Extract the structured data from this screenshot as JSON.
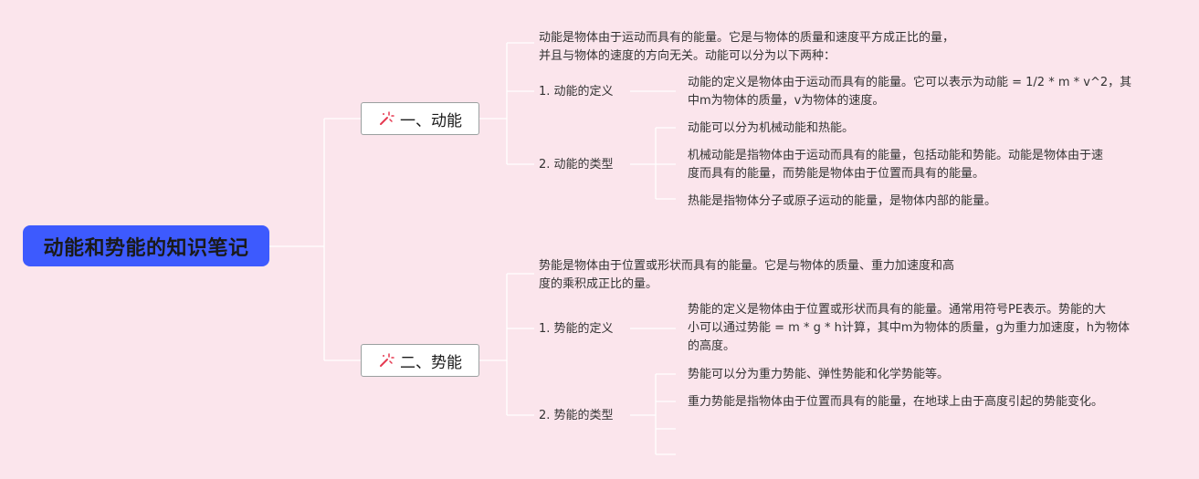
{
  "title": "动能和势能的知识笔记",
  "branches": [
    {
      "label": "一、动能",
      "intro": [
        "动能是物体由于运动而具有的能量。它是与物体的质量和速度平方成正比的量，",
        "并且与物体的速度的方向无关。动能可以分为以下两种："
      ],
      "sub1": {
        "label": "1. 动能的定义",
        "detail": [
          "动能的定义是物体由于运动而具有的能量。它可以表示为动能 = 1/2 * m * v^2，其",
          "中m为物体的质量，v为物体的速度。"
        ]
      },
      "sub2": {
        "label": "2. 动能的类型",
        "details": [
          [
            "动能可以分为机械动能和热能。"
          ],
          [
            "机械动能是指物体由于运动而具有的能量，包括动能和势能。动能是物体由于速",
            "度而具有的能量，而势能是物体由于位置而具有的能量。"
          ],
          [
            "热能是指物体分子或原子运动的能量，是物体内部的能量。"
          ]
        ]
      }
    },
    {
      "label": "二、势能",
      "intro": [
        "势能是物体由于位置或形状而具有的能量。它是与物体的质量、重力加速度和高",
        "度的乘积成正比的量。"
      ],
      "sub1": {
        "label": "1. 势能的定义",
        "detail": [
          "势能的定义是物体由于位置或形状而具有的能量。通常用符号PE表示。势能的大",
          "小可以通过势能 = m * g * h计算，其中m为物体的质量，g为重力加速度，h为物体",
          "的高度。"
        ]
      },
      "sub2": {
        "label": "2. 势能的类型",
        "details": [
          [
            "势能可以分为重力势能、弹性势能和化学势能等。"
          ],
          [
            "重力势能是指物体由于位置而具有的能量，在地球上由于高度引起的势能变化。"
          ]
        ]
      }
    }
  ],
  "colors": {
    "background": "#fbe5ec",
    "root": "#3d5afe",
    "line": "#ffffff",
    "icon": "#e53950"
  },
  "icon": "magic-wand-icon"
}
